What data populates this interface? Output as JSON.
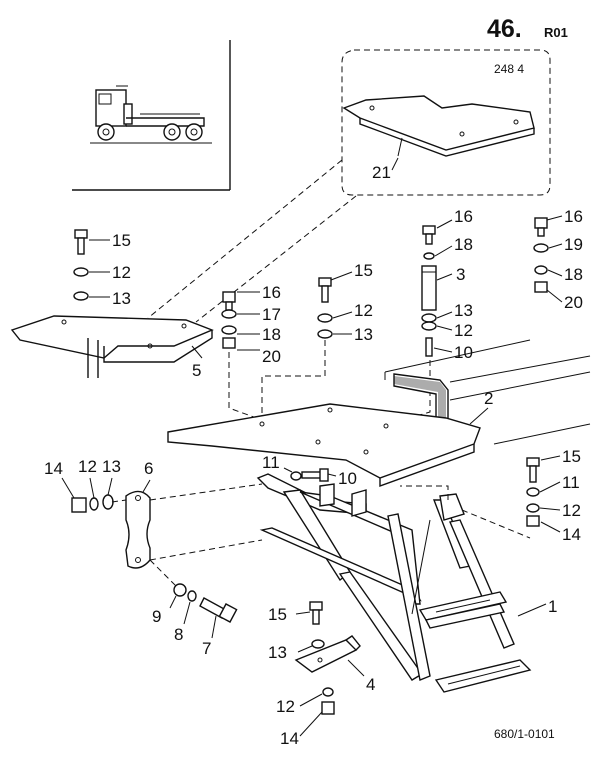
{
  "page": {
    "number": "46.",
    "suffix": "R01"
  },
  "inset": {
    "code": "248 4"
  },
  "footer": {
    "code": "680/1-0101"
  },
  "callouts": [
    {
      "id": "c-21",
      "label": "21"
    },
    {
      "id": "c-15a",
      "label": "15"
    },
    {
      "id": "c-12a",
      "label": "12"
    },
    {
      "id": "c-13a",
      "label": "13"
    },
    {
      "id": "c-5",
      "label": "5"
    },
    {
      "id": "c-16a",
      "label": "16"
    },
    {
      "id": "c-17",
      "label": "17"
    },
    {
      "id": "c-18a",
      "label": "18"
    },
    {
      "id": "c-20a",
      "label": "20"
    },
    {
      "id": "c-15b",
      "label": "15"
    },
    {
      "id": "c-12b",
      "label": "12"
    },
    {
      "id": "c-13b",
      "label": "13"
    },
    {
      "id": "c-16b",
      "label": "16"
    },
    {
      "id": "c-18b",
      "label": "18"
    },
    {
      "id": "c-3",
      "label": "3"
    },
    {
      "id": "c-13c",
      "label": "13"
    },
    {
      "id": "c-12c",
      "label": "12"
    },
    {
      "id": "c-10a",
      "label": "10"
    },
    {
      "id": "c-16c",
      "label": "16"
    },
    {
      "id": "c-19",
      "label": "19"
    },
    {
      "id": "c-18c",
      "label": "18"
    },
    {
      "id": "c-20b",
      "label": "20"
    },
    {
      "id": "c-2",
      "label": "2"
    },
    {
      "id": "c-14a",
      "label": "14"
    },
    {
      "id": "c-12d",
      "label": "12"
    },
    {
      "id": "c-13d",
      "label": "13"
    },
    {
      "id": "c-6",
      "label": "6"
    },
    {
      "id": "c-11a",
      "label": "11"
    },
    {
      "id": "c-10b",
      "label": "10"
    },
    {
      "id": "c-15c",
      "label": "15"
    },
    {
      "id": "c-11b",
      "label": "11"
    },
    {
      "id": "c-12e",
      "label": "12"
    },
    {
      "id": "c-14b",
      "label": "14"
    },
    {
      "id": "c-9",
      "label": "9"
    },
    {
      "id": "c-8",
      "label": "8"
    },
    {
      "id": "c-7",
      "label": "7"
    },
    {
      "id": "c-1",
      "label": "1"
    },
    {
      "id": "c-15d",
      "label": "15"
    },
    {
      "id": "c-13e",
      "label": "13"
    },
    {
      "id": "c-4",
      "label": "4"
    },
    {
      "id": "c-12f",
      "label": "12"
    },
    {
      "id": "c-14c",
      "label": "14"
    }
  ]
}
